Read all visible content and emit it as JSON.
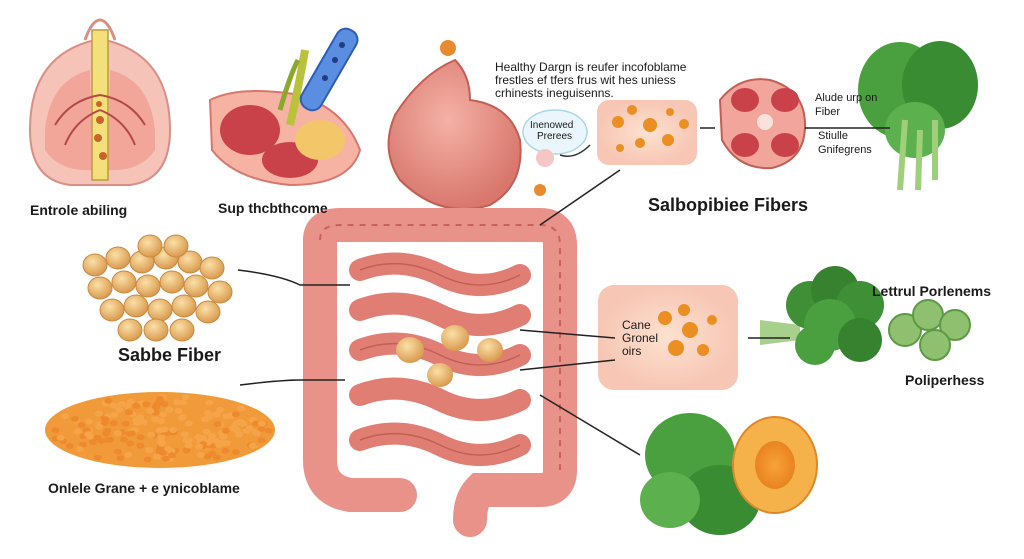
{
  "labels": {
    "lungs": "Entrole abiling",
    "tissue": "Sup thcbthcome",
    "note_line1": "Healthy Dargn is reufer incofoblame",
    "note_line2": "frestles ef tfers frus wit hes uniess",
    "note_line3": "crhinests ineguisenns.",
    "bubble_line1": "Inenowed",
    "bubble_line2": "Prerees",
    "fibers_title": "Salbopibiee Fibers",
    "right_top_line1": "Alude urp on",
    "right_top_line2": "Fiber",
    "right_top_line3": "Stiulle",
    "right_top_line4": "Gnifegrens",
    "chickpeas": "Sabbe Fiber",
    "lentils": "Onlele Granе + e ynicoblame",
    "cane_line1": "Cane",
    "cane_line2": "Gronel",
    "cane_line3": "oirs",
    "broccoli": "Lettrul Porlenems",
    "peas": "Poliperhess"
  },
  "colors": {
    "organ": "#e9928a",
    "organ_dark": "#c9625c",
    "legume": "#e8b26b",
    "lentil": "#ee8a2e",
    "greens": "#3f8f36"
  }
}
